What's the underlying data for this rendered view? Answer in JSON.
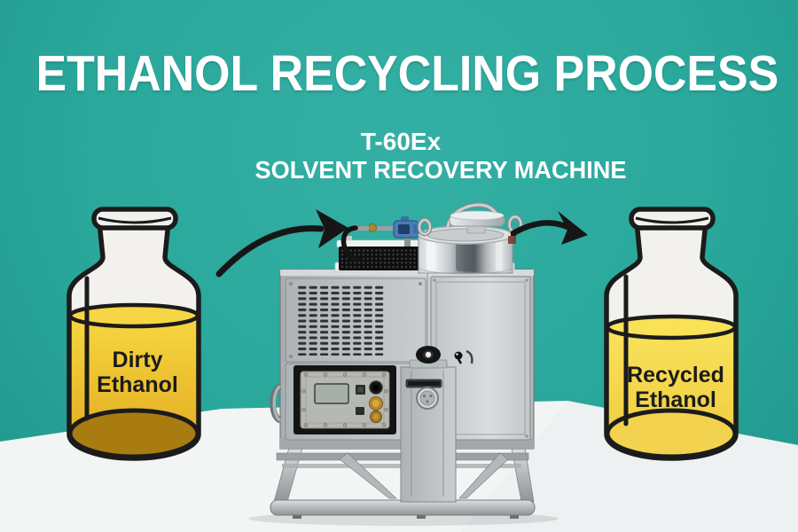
{
  "title": "ETHANOL RECYCLING PROCESS",
  "machine": {
    "model": "T-60Ex",
    "name": "SOLVENT RECOVERY MACHINE"
  },
  "bottles": {
    "dirty": {
      "label_line1": "Dirty",
      "label_line2": "Ethanol"
    },
    "recycled": {
      "label_line1": "Recycled",
      "label_line2": "Ethanol"
    }
  },
  "icons": {
    "left_arrow": "flow-arrow-right-curved",
    "right_arrow": "flow-arrow-right-curved"
  },
  "colors": {
    "background_teal": "#2aa89c",
    "floor_white": "#f3f5f5",
    "title_text": "#ffffff",
    "label_text": "#1b1b1b",
    "arrow_black": "#161616",
    "dirty_liquid": "#f6d644",
    "dirty_sediment": "#a87c10",
    "recycled_liquid": "#f9e158",
    "recycled_bottom": "#f2d24e",
    "machine_steel": "#bfc4c6",
    "sensor_blue": "#4a7db3",
    "button_brass": "#b8862c"
  }
}
